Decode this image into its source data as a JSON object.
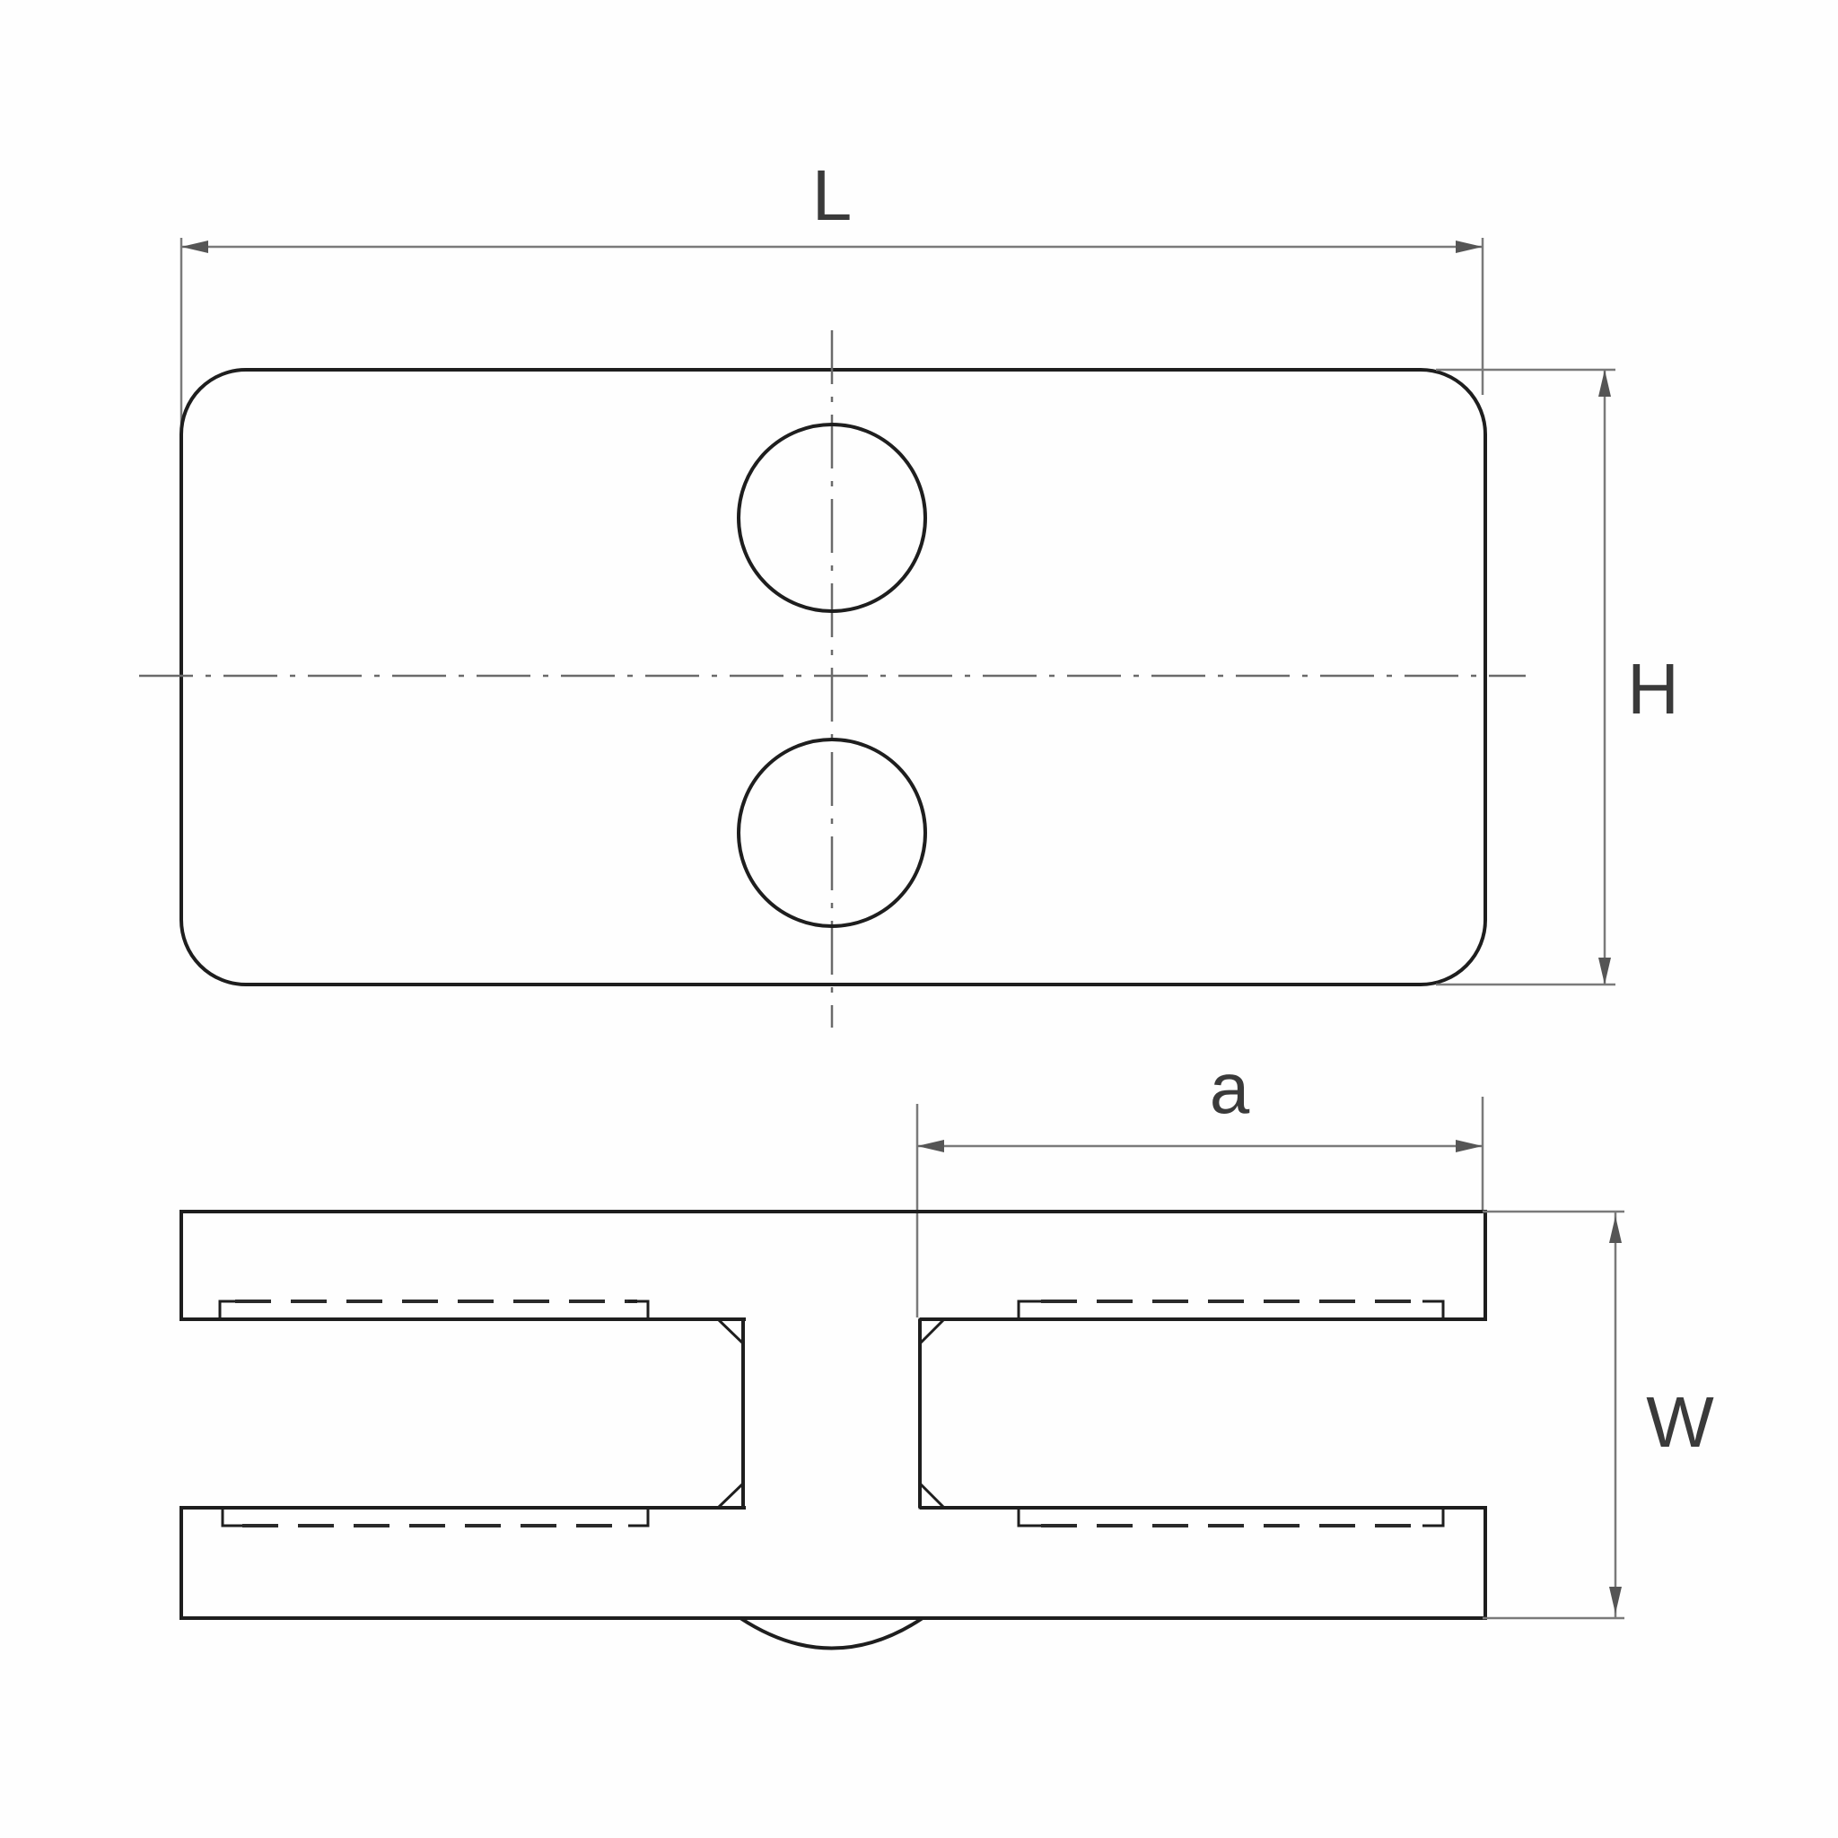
{
  "drawing": {
    "type": "technical-drawing",
    "subject": "glass clamp connector, front and side views",
    "line_color": "#1e1e1e",
    "dimension_color": "#7a7a7a"
  },
  "dimensions": {
    "length": "L",
    "height": "H",
    "offset": "a",
    "width": "W"
  },
  "front_view": {
    "holes": 2,
    "centerlines": [
      "horizontal",
      "vertical"
    ]
  },
  "side_view": {
    "plates": 2,
    "gaskets_hidden": 4
  }
}
